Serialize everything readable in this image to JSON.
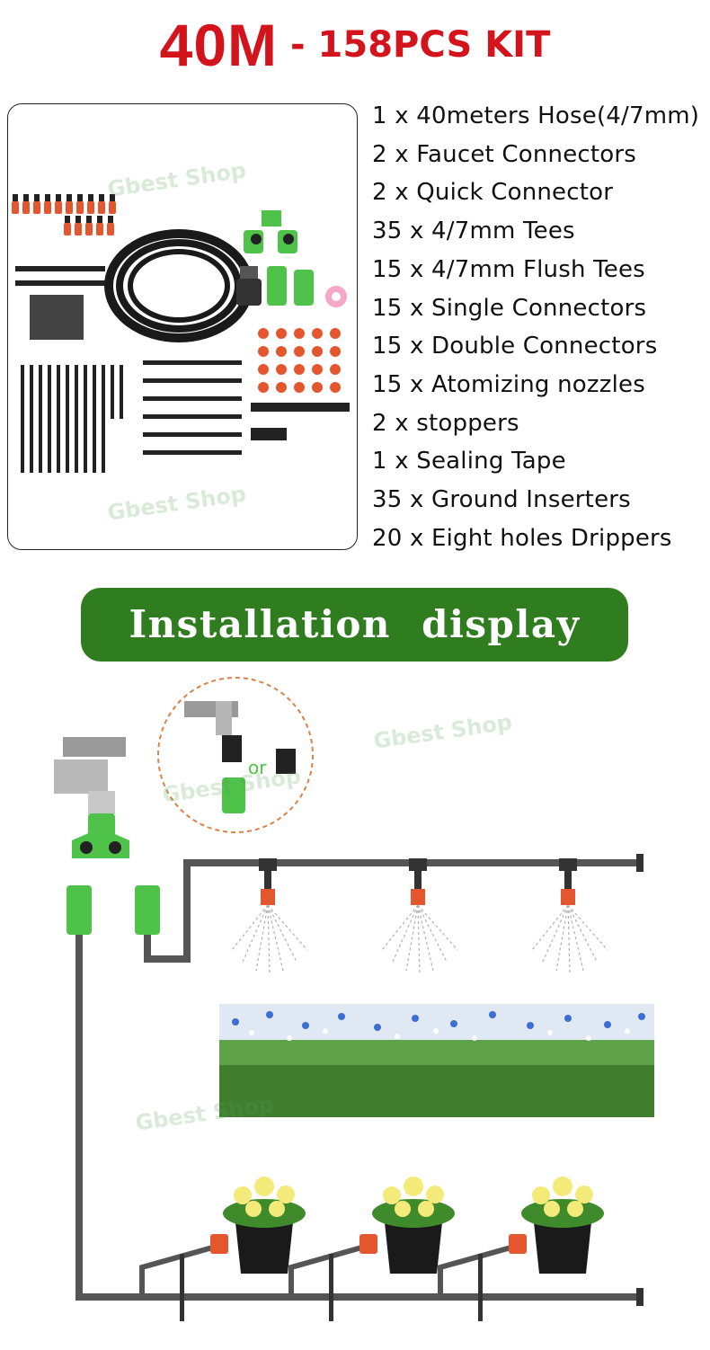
{
  "header": {
    "title_big": "40M",
    "title_small": "- 158PCS KIT"
  },
  "kit_contents": [
    "1 x 40meters Hose(4/7mm)",
    "2 x Faucet Connectors",
    "2 x Quick Connector",
    "35 x 4/7mm Tees",
    "15 x 4/7mm Flush Tees",
    "15 x  Single Connectors",
    "15 x  Double  Connectors",
    "15 x Atomizing nozzles",
    "2 x  stoppers",
    "1 x Sealing Tape",
    "35 x Ground Inserters",
    "20 x Eight holes Drippers"
  ],
  "banner": {
    "label": "Installation  display"
  },
  "diagram": {
    "or_label": "or"
  },
  "watermark": {
    "text": "Gbest Shop"
  },
  "colors": {
    "title_red": "#d4141c",
    "banner_green": "#2f7d1f",
    "connector_green": "#4fc24a",
    "nozzle_orange": "#e4572e"
  },
  "icons": [
    "faucet-icon",
    "y-splitter-icon",
    "hose-coil-icon",
    "nozzle-icon",
    "dripper-icon",
    "flower-pot-icon",
    "stopper-icon"
  ]
}
